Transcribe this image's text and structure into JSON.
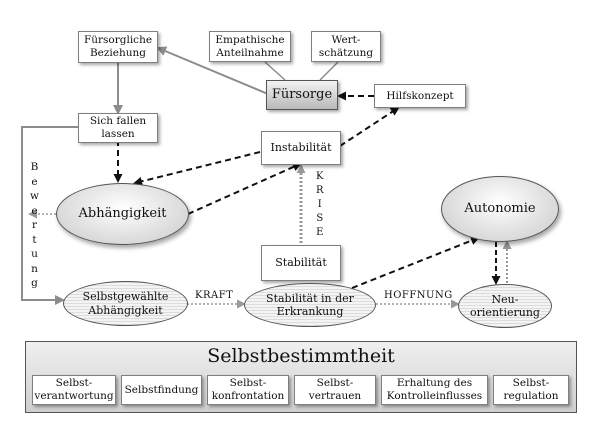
{
  "nodes": {
    "fuersorgliche_beziehung": "Fürsorgliche\nBeziehung",
    "empathische_anteilnahme": "Empathische\nAnteilnahme",
    "wertschaetzung": "Wert-\nschätzung",
    "fuersorge": "Fürsorge",
    "hilfskonzept": "Hilfskonzept",
    "sich_fallen_lassen": "Sich fallen\nlassen",
    "instabilitaet": "Instabilität",
    "abhaengigkeit": "Abhängigkeit",
    "autonomie": "Autonomie",
    "stabilitaet": "Stabilität",
    "selbstgewaehlte_abhaengigkeit": "Selbstgewählte\nAbhängigkeit",
    "stabilitaet_erkrankung": "Stabilität in der\nErkrankung",
    "neuorientierung": "Neu-\norientierung"
  },
  "labels": {
    "bewertung": "Bewertung",
    "krise": "KRISE",
    "kraft": "KRAFT",
    "hoffnung": "HOFFNUNG"
  },
  "selbstbestimmtheit": {
    "title": "Selbstbestimmtheit",
    "items": [
      "Selbst-\nverantwortung",
      "Selbstfindung",
      "Selbst-\nkonfrontation",
      "Selbst-\nvertrauen",
      "Erhaltung des\nKontrolleinflusses",
      "Selbst-\nregulation"
    ]
  }
}
